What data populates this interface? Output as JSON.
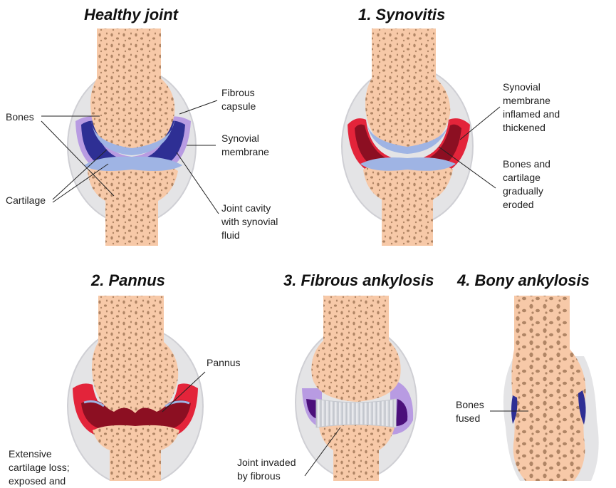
{
  "colors": {
    "bone": "#f7c9a8",
    "bone_pore": "#b08565",
    "capsule": "#e4e4e6",
    "capsule_edge": "#cfcfd4",
    "cartilage": "#9fb4e4",
    "cavity": "#2e2f94",
    "synovial_membrane": "#b89be2",
    "inflamed": "#e3243a",
    "inflamed_dark": "#8c0f22",
    "fibrous_violet": "#7a3fbf",
    "fibrous_tissue": "#d9dbe0",
    "leader_line": "#222222"
  },
  "panels": {
    "healthy": {
      "title": "Healthy joint",
      "labels": {
        "bones": "Bones",
        "cartilage": "Cartilage",
        "fibrous_capsule": "Fibrous\ncapsule",
        "synovial_membrane": "Synovial\nmembrane",
        "joint_cavity": "Joint cavity\nwith synovial\nfluid"
      }
    },
    "synovitis": {
      "title": "1. Synovitis",
      "labels": {
        "membrane": "Synovial\nmembrane\ninflamed and\nthickened",
        "eroded": "Bones and\ncartilage\ngradually\neroded"
      }
    },
    "pannus": {
      "title": "2. Pannus",
      "labels": {
        "pannus": "Pannus",
        "cartilage_loss": "Extensive\ncartilage loss;\nexposed and"
      }
    },
    "fibrous_ankylosis": {
      "title": "3. Fibrous ankylosis",
      "labels": {
        "invaded": "Joint invaded\nby fibrous"
      }
    },
    "bony_ankylosis": {
      "title": "4. Bony ankylosis",
      "labels": {
        "fused": "Bones\nfused"
      }
    }
  }
}
